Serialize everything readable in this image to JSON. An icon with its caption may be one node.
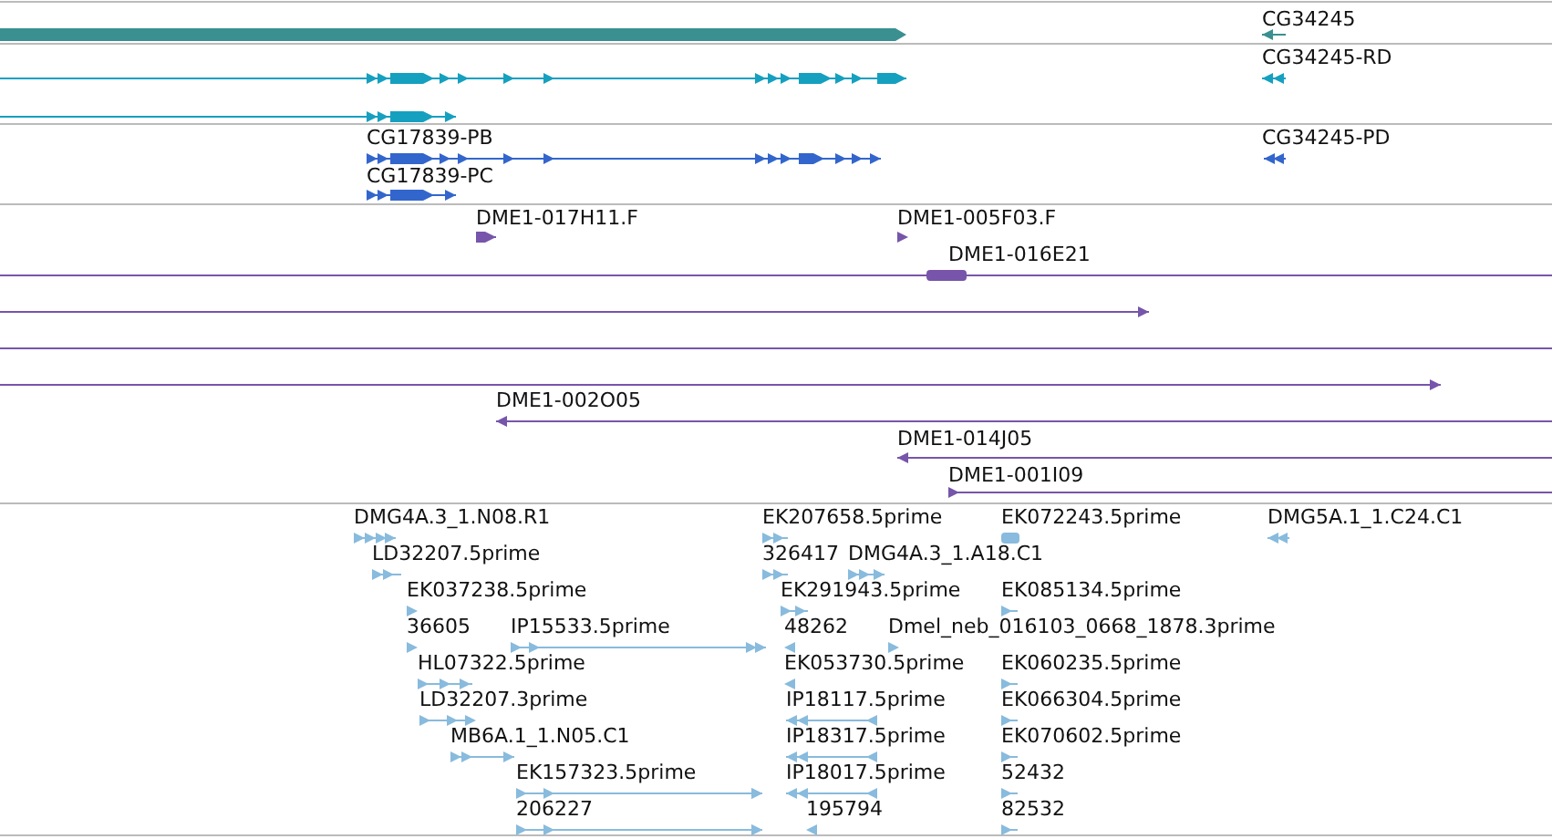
{
  "diagram": {
    "labels": [
      "CG34245",
      "CG34245-RD",
      "CG17839-PB",
      "CG34245-PD",
      "CG17839-PC",
      "DME1-017H11.F",
      "DME1-005F03.F",
      "DME1-016E21",
      "DME1-002O05",
      "DME1-014J05",
      "DME1-001I09",
      "DMG4A.3_1.N08.R1",
      "EK207658.5prime",
      "EK072243.5prime",
      "DMG5A.1_1.C24.C1",
      "LD32207.5prime",
      "326417",
      "DMG4A.3_1.A18.C1",
      "EK037238.5prime",
      "EK291943.5prime",
      "EK085134.5prime",
      "36605",
      "IP15533.5prime",
      "48262",
      "Dmel_neb_016103_0668_1878.3prime",
      "HL07322.5prime",
      "EK053730.5prime",
      "EK060235.5prime",
      "LD32207.3prime",
      "IP18117.5prime",
      "EK066304.5prime",
      "MB6A.1_1.N05.C1",
      "IP18317.5prime",
      "EK070602.5prime",
      "EK157323.5prime",
      "IP18017.5prime",
      "52432",
      "206227",
      "195794",
      "82532"
    ]
  }
}
